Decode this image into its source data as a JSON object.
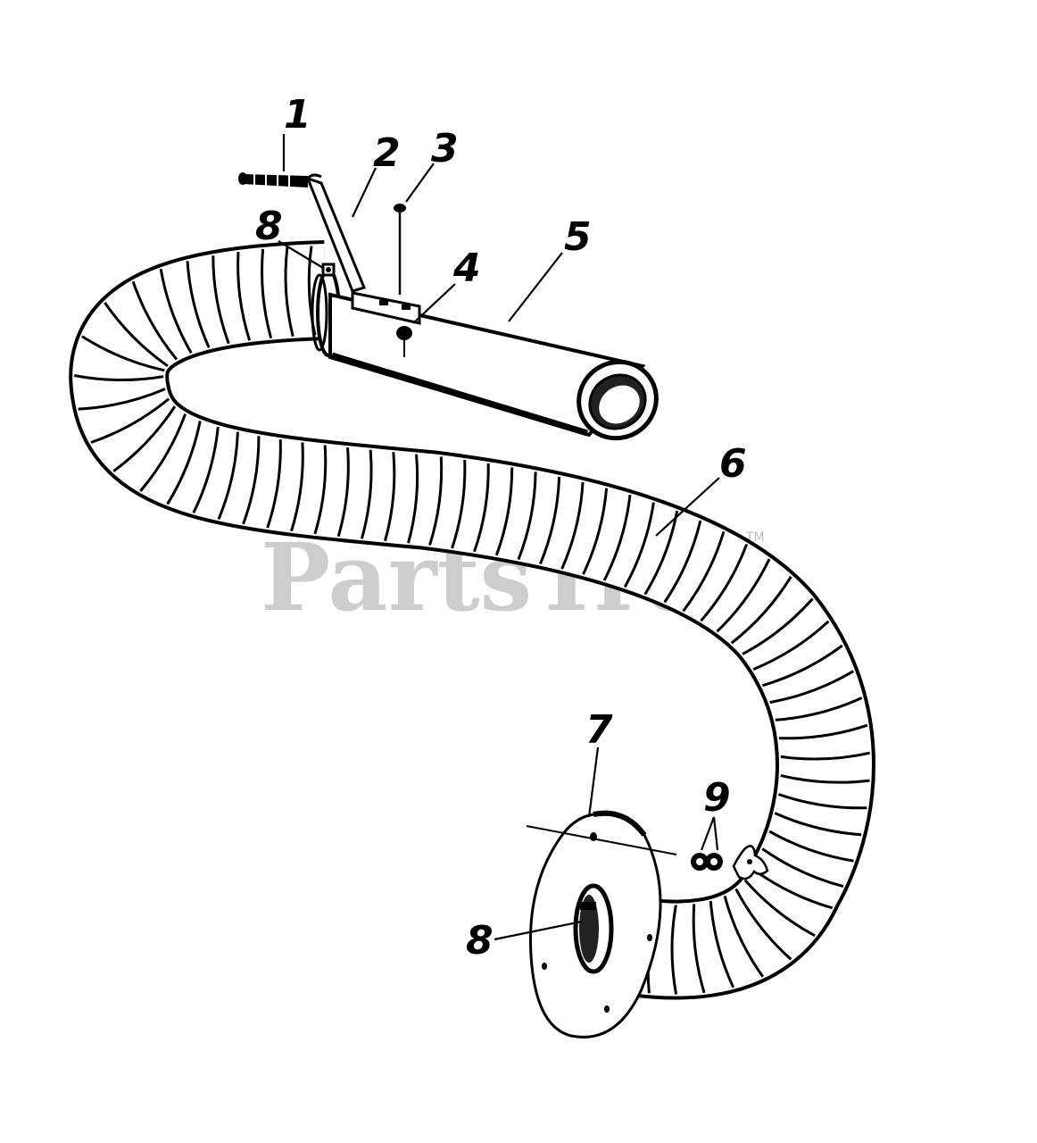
{
  "diagram": {
    "callouts": [
      "1",
      "2",
      "3",
      "4",
      "5",
      "6",
      "7",
      "8",
      "8",
      "9"
    ]
  },
  "watermark": {
    "text": "PartsTree",
    "trademark": "TM"
  },
  "colors": {
    "ink": "#000000",
    "background": "#ffffff",
    "watermark": "#bdbdbd"
  }
}
